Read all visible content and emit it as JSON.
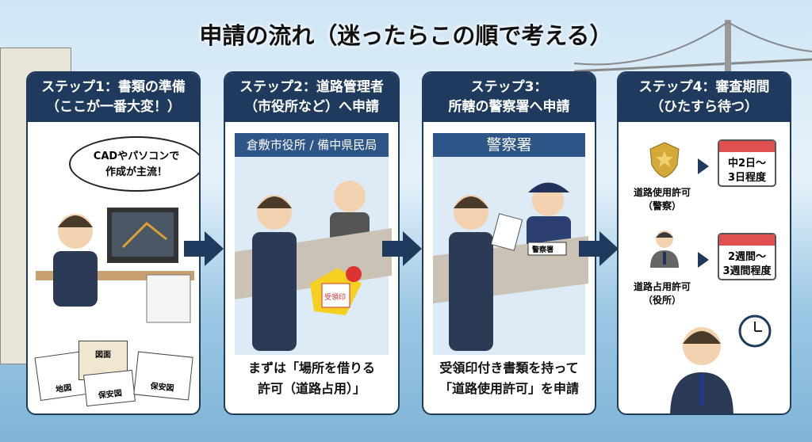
{
  "title": "申請の流れ（迷ったらこの順で考える）",
  "steps": [
    {
      "title": "ステップ1：書類の準備",
      "subtitle": "（ここが一番大変！）",
      "bubble": [
        "CADやパソコンで",
        "作成が主流！"
      ],
      "docs": [
        "地図",
        "図面",
        "保安図",
        "保安図"
      ]
    },
    {
      "title": "ステップ2：道路管理者",
      "subtitle": "（市役所など）へ申請",
      "office": "倉敷市役所 / 備中県民局",
      "stamp": "受領印",
      "caption": [
        "まずは「場所を借りる",
        "許可（道路占用）」"
      ]
    },
    {
      "title": "ステップ3：",
      "subtitle": "所轄の警察署へ申請",
      "office": "警察署",
      "nameplate": "警察署",
      "caption": [
        "受領印付き書類を持って",
        "「道路使用許可」を申請"
      ]
    },
    {
      "title": "ステップ4：審査期間",
      "subtitle": "（ひたすら待つ）",
      "items": [
        {
          "label": "道路使用許可",
          "org": "（警察）",
          "period": [
            "中2日〜",
            "3日程度"
          ]
        },
        {
          "label": "道路占用許可",
          "org": "（役所）",
          "period": [
            "2週間〜",
            "3週間程度"
          ]
        }
      ]
    }
  ],
  "colors": {
    "navy": "#1f3a5c",
    "accent": "#2d5588",
    "calendar": "#e05050"
  }
}
